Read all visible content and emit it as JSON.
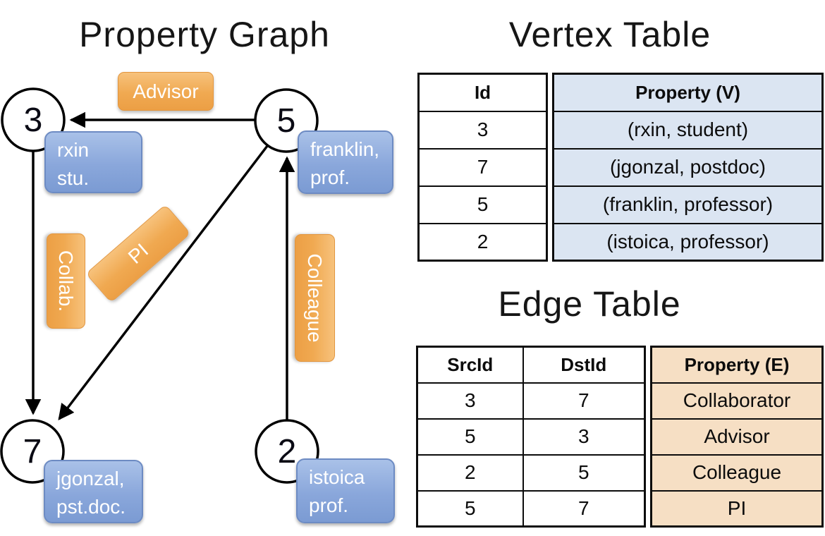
{
  "titles": {
    "graph": "Property Graph",
    "vertex_table": "Vertex Table",
    "edge_table": "Edge Table"
  },
  "graph": {
    "nodes": [
      {
        "id": "3",
        "property_lines": [
          "rxin",
          "stu."
        ]
      },
      {
        "id": "5",
        "property_lines": [
          "franklin,",
          "prof."
        ]
      },
      {
        "id": "7",
        "property_lines": [
          "jgonzal,",
          "pst.doc."
        ]
      },
      {
        "id": "2",
        "property_lines": [
          "istoica",
          "prof."
        ]
      }
    ],
    "edges": [
      {
        "label": "Advisor",
        "src": "5",
        "dst": "3",
        "direction": "right-to-left"
      },
      {
        "label": "Collab.",
        "src": "3",
        "dst": "7",
        "direction": "top-to-bottom"
      },
      {
        "label": "PI",
        "src": "5",
        "dst": "7",
        "direction": "diagonal-down-left"
      },
      {
        "label": "Colleague",
        "src": "2",
        "dst": "5",
        "direction": "bottom-to-top"
      }
    ]
  },
  "vertex_table": {
    "columns": [
      "Id",
      "Property (V)"
    ],
    "rows": [
      {
        "id": "3",
        "property": "(rxin, student)"
      },
      {
        "id": "7",
        "property": "(jgonzal, postdoc)"
      },
      {
        "id": "5",
        "property": "(franklin, professor)"
      },
      {
        "id": "2",
        "property": "(istoica, professor)"
      }
    ]
  },
  "edge_table": {
    "columns": [
      "SrcId",
      "DstId",
      "Property (E)"
    ],
    "rows": [
      {
        "src": "3",
        "dst": "7",
        "property": "Collaborator"
      },
      {
        "src": "5",
        "dst": "3",
        "property": "Advisor"
      },
      {
        "src": "2",
        "dst": "5",
        "property": "Colleague"
      },
      {
        "src": "5",
        "dst": "7",
        "property": "PI"
      }
    ]
  },
  "colors": {
    "edge_label_fill": "#f0a951",
    "vertex_property_box_fill": "#8aa7db",
    "vertex_table_column_fill": "#dbe5f2",
    "edge_table_column_fill": "#f6dfc4",
    "line_color": "#000000",
    "box_text": "#ffffff"
  }
}
